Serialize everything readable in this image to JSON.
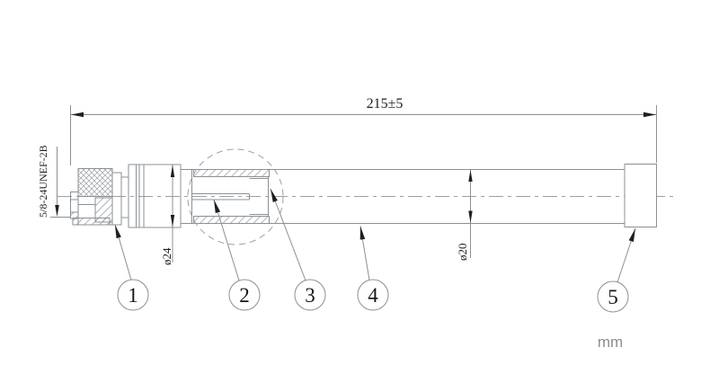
{
  "drawing": {
    "type": "engineering-drawing",
    "subject": "coaxial antenna assembly side view",
    "dimensions": {
      "overall_length": "215±5",
      "thread_spec": "5/8-24UNEF-2B",
      "body_diameter": "ø24",
      "tube_diameter": "ø20"
    },
    "units_label": "mm",
    "callouts": [
      {
        "number": "1"
      },
      {
        "number": "2"
      },
      {
        "number": "3"
      },
      {
        "number": "4"
      },
      {
        "number": "5"
      }
    ],
    "colors": {
      "outline": "#8a9095",
      "centerline": "#9aa0a6",
      "ink": "#1f1f1f",
      "muted_text": "#8c8c8c",
      "background": "#ffffff"
    }
  }
}
